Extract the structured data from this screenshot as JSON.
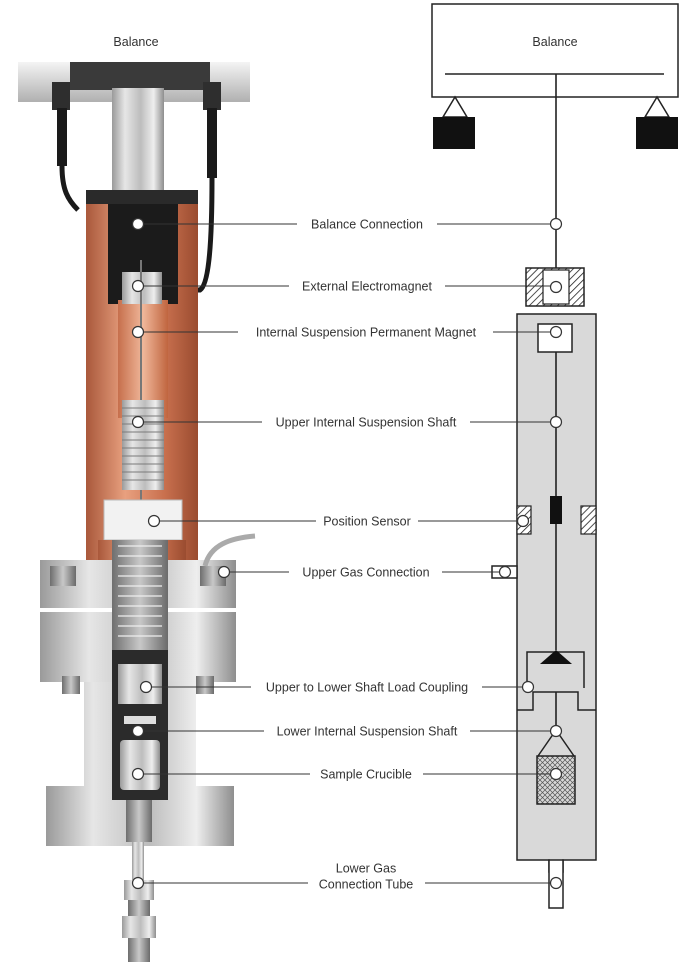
{
  "photo_title": "Balance",
  "schematic_title": "Balance",
  "labels": [
    {
      "key": "balance_connection",
      "text": "Balance Connection"
    },
    {
      "key": "external_electromagnet",
      "text": "External Electromagnet"
    },
    {
      "key": "internal_magnet",
      "text": "Internal Suspension Permanent Magnet"
    },
    {
      "key": "upper_shaft",
      "text": "Upper Internal Suspension Shaft"
    },
    {
      "key": "position_sensor",
      "text": "Position Sensor"
    },
    {
      "key": "upper_gas",
      "text": "Upper Gas Connection"
    },
    {
      "key": "load_coupling",
      "text": "Upper to Lower Shaft Load Coupling"
    },
    {
      "key": "lower_shaft",
      "text": "Lower Internal Suspension Shaft"
    },
    {
      "key": "sample_crucible",
      "text": "Sample Crucible"
    },
    {
      "key": "lower_gas_line1",
      "text": "Lower Gas"
    },
    {
      "key": "lower_gas_line2",
      "text": "Connection Tube"
    }
  ]
}
